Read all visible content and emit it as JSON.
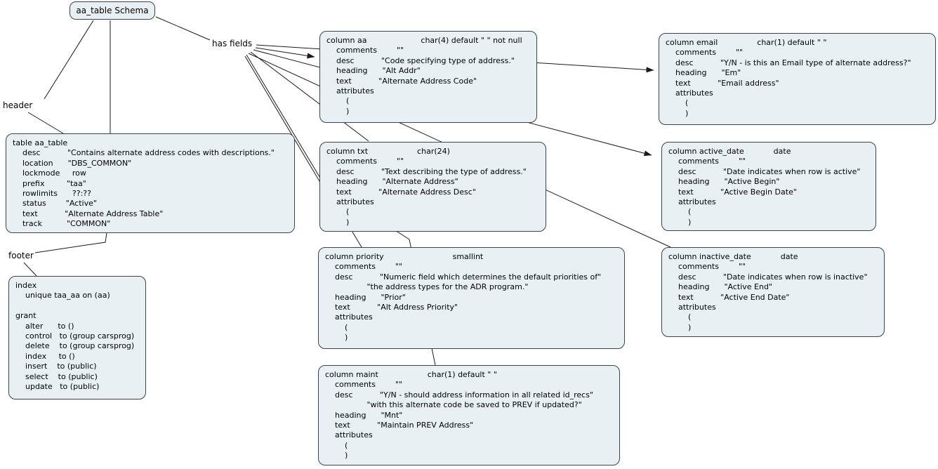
{
  "colors": {
    "background": "#ffffff",
    "node_fill": "#e9f0f3",
    "node_border": "#3a4449",
    "edge": "#1a1a1a",
    "text": "#000000"
  },
  "diagram": {
    "schema_node": {
      "label": "aa_table Schema"
    },
    "edge_labels": {
      "header": "header",
      "has_fields": "has fields",
      "footer": "footer"
    },
    "nodes": {
      "table_aa_table": {
        "title": "table aa_table",
        "lines": [
          "table aa_table",
          "    desc           \"Contains alternate address codes with descriptions.\"",
          "    location      \"DBS_COMMON\"",
          "    lockmode     row",
          "    prefix         \"taa\"",
          "    rowlimits      ??:??",
          "    status        \"Active\"",
          "    text           \"Alternate Address Table\"",
          "    track          \"COMMON\""
        ]
      },
      "index_grant": {
        "title": "index / grant",
        "lines": [
          "index",
          "    unique taa_aa on (aa)",
          "",
          "grant",
          "    alter      to ()",
          "    control   to (group carsprog)",
          "    delete    to (group carsprog)",
          "    index     to ()",
          "    insert    to (public)",
          "    select    to (public)",
          "    update   to (public)"
        ]
      },
      "col_aa": {
        "title": "column aa",
        "lines": [
          "column aa                      char(4) default \" \" not null",
          "    comments        \"\"",
          "    desc           \"Code specifying type of address.\"",
          "    heading      \"Alt Addr\"",
          "    text           \"Alternate Address Code\"",
          "    attributes",
          "        (",
          "        )"
        ]
      },
      "col_txt": {
        "title": "column txt",
        "lines": [
          "column txt                    char(24)",
          "    comments        \"\"",
          "    desc           \"Text describing the type of address.\"",
          "    heading      \"Alternate Address\"",
          "    text           \"Alternate Address Desc\"",
          "    attributes",
          "        (",
          "        )"
        ]
      },
      "col_priority": {
        "title": "column priority",
        "lines": [
          "column priority                            smallint",
          "    comments        \"\"",
          "    desc           \"Numeric field which determines the default priorities of\"",
          "                 \"the address types for the ADR program.\"",
          "    heading      \"Prior\"",
          "    text           \"Alt Address Priority\"",
          "    attributes",
          "        (",
          "        )"
        ]
      },
      "col_maint": {
        "title": "column maint",
        "lines": [
          "column maint                    char(1) default \" \"",
          "    comments        \"\"",
          "    desc           \"Y/N - should address information in all related id_recs\"",
          "                 \"with this alternate code be saved to PREV if updated?\"",
          "    heading      \"Mnt\"",
          "    text           \"Maintain PREV Address\"",
          "    attributes",
          "        (",
          "        )"
        ]
      },
      "col_email": {
        "title": "column email",
        "lines": [
          "column email                char(1) default \" \"",
          "    comments        \"\"",
          "    desc           \"Y/N - is this an Email type of alternate address?\"",
          "    heading      \"Em\"",
          "    text           \"Email address\"",
          "    attributes",
          "        (",
          "        )"
        ]
      },
      "col_active_date": {
        "title": "column active_date",
        "lines": [
          "column active_date            date",
          "    comments        \"\"",
          "    desc           \"Date indicates when row is active\"",
          "    heading      \"Active Begin\"",
          "    text           \"Active Begin Date\"",
          "    attributes",
          "        (",
          "        )"
        ]
      },
      "col_inactive_date": {
        "title": "column inactive_date",
        "lines": [
          "column inactive_date            date",
          "    comments        \"\"",
          "    desc           \"Date indicates when row is inactive\"",
          "    heading      \"Active End\"",
          "    text           \"Active End Date\"",
          "    attributes",
          "        (",
          "        )"
        ]
      }
    }
  }
}
